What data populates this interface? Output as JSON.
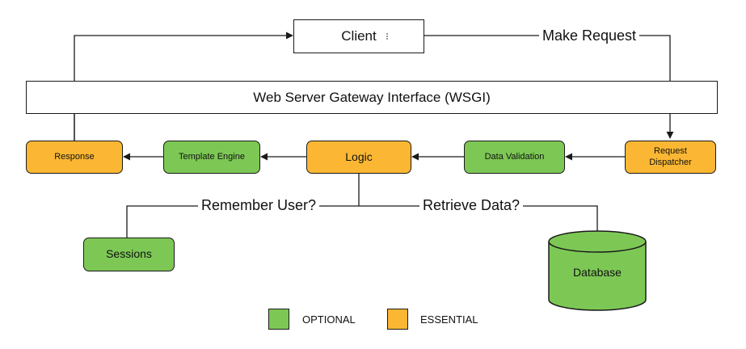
{
  "colors": {
    "optional": "#7dc855",
    "essential": "#fbb733",
    "stroke": "#1a1a1a"
  },
  "client": {
    "label": "Client"
  },
  "wsgi": {
    "label": "Web Server Gateway Interface (WSGI)"
  },
  "nodes": {
    "response": {
      "label": "Response",
      "category": "essential"
    },
    "template_engine": {
      "label": "Template Engine",
      "category": "optional"
    },
    "logic": {
      "label": "Logic",
      "category": "essential"
    },
    "data_validation": {
      "label": "Data Validation",
      "category": "optional"
    },
    "request_dispatcher": {
      "label": "Request Dispatcher",
      "category": "essential"
    },
    "sessions": {
      "label": "Sessions",
      "category": "optional"
    },
    "database": {
      "label": "Database",
      "category": "optional"
    }
  },
  "edges": {
    "make_request": "Make Request",
    "remember_user": "Remember User?",
    "retrieve_data": "Retrieve Data?"
  },
  "legend": {
    "optional": "OPTIONAL",
    "essential": "ESSENTIAL"
  }
}
